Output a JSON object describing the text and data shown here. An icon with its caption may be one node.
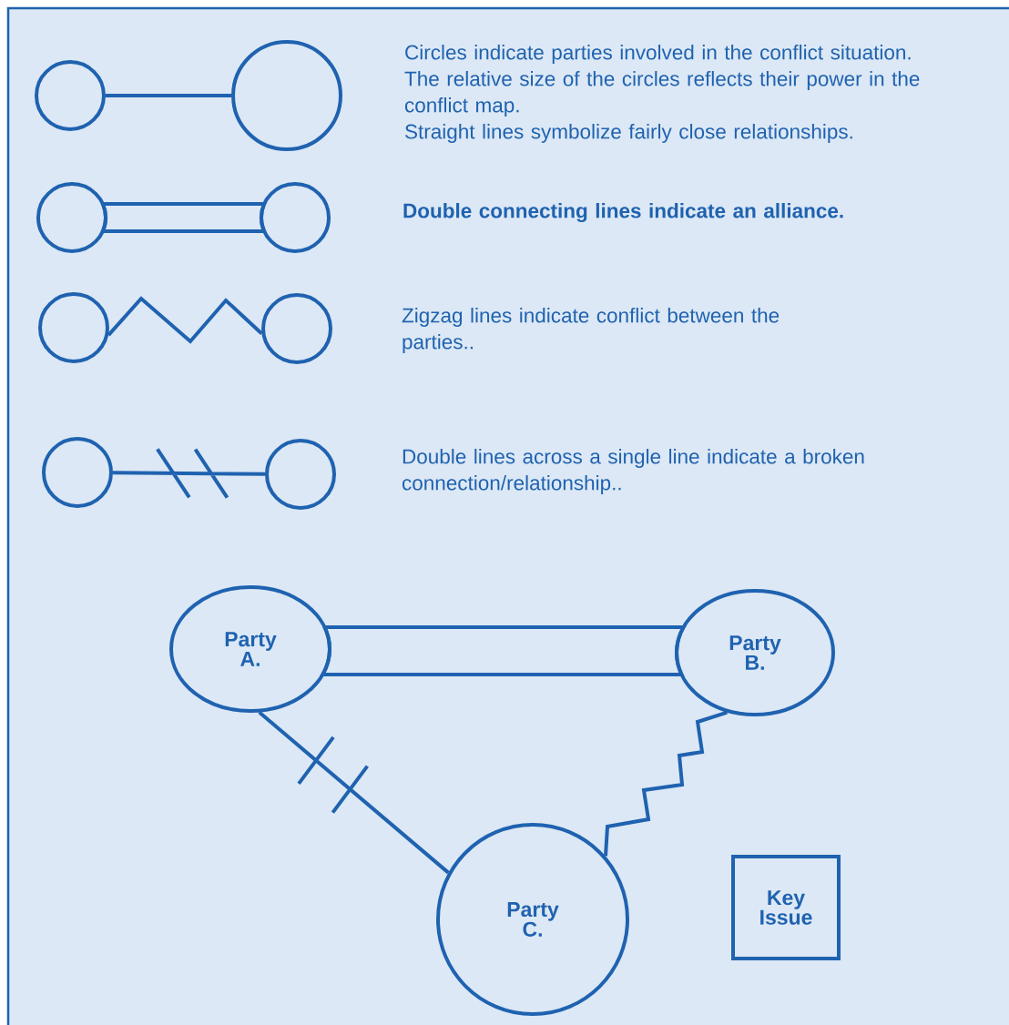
{
  "diagram": {
    "nodes": [
      {
        "text": [],
        "shape": "circle"
      },
      {
        "text": [],
        "shape": "circle"
      },
      {
        "text": [],
        "shape": "circle"
      },
      {
        "text": [],
        "shape": "circle"
      },
      {
        "text": [],
        "shape": "circle"
      },
      {
        "text": [],
        "shape": "circle"
      },
      {
        "text": [],
        "shape": "circle"
      },
      {
        "text": [],
        "shape": "circle"
      },
      {
        "text": [
          "Party A."
        ]
      },
      {
        "text": [
          "Party B."
        ]
      },
      {
        "text": [
          "Party C."
        ]
      },
      {
        "text": [
          "Key Issue"
        ]
      }
    ],
    "edges": [
      {
        "from": 0,
        "to": 1,
        "arrow": "none"
      },
      {
        "from": 2,
        "to": 3,
        "arrow": "none"
      },
      {
        "from": 4,
        "to": 5,
        "arrow": "none"
      },
      {
        "from": 6,
        "to": 7,
        "arrow": "none"
      },
      {
        "from": 8,
        "to": 9,
        "arrow": "none"
      },
      {
        "from": 8,
        "to": 10,
        "arrow": "none"
      },
      {
        "from": 10,
        "to": 9,
        "arrow": "none"
      }
    ],
    "labels": [
      "Circles indicate parties involved in the conflict situation.",
      "The relative size of the circles reflects their power in the conflict map.",
      "Straight lines symbolize fairly close relationships.",
      "**Double connecting lines indicate an alliance.**",
      "Zigzag lines indicate conflict between the parties..",
      "Double lines across a single line indicate a broken connection/relationship.."
    ]
  }
}
